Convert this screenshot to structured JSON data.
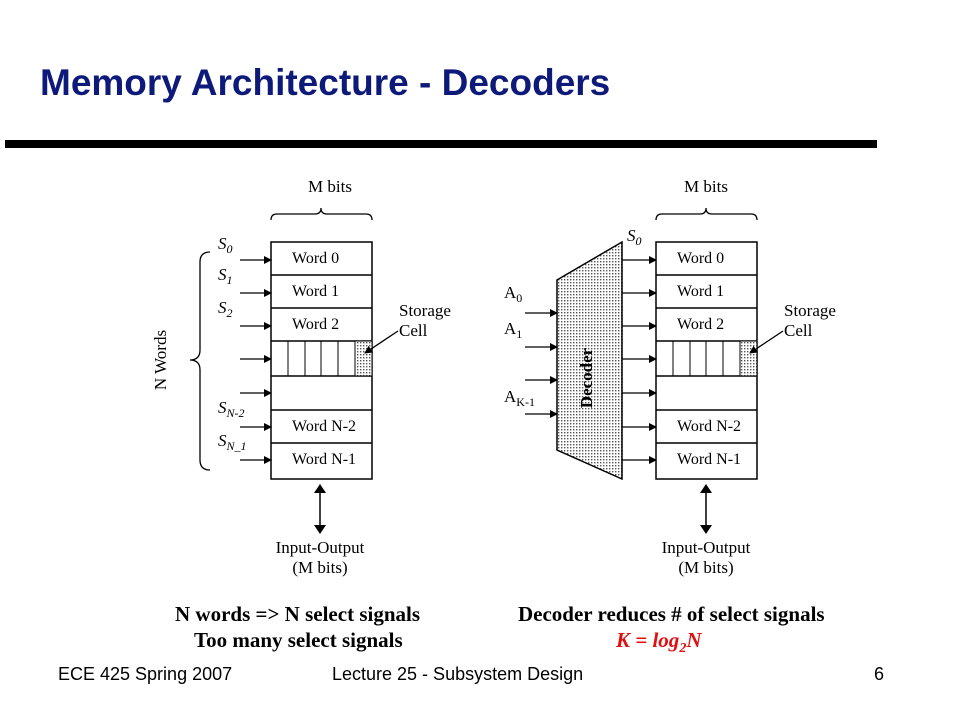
{
  "slide": {
    "title": "Memory Architecture - Decoders"
  },
  "left_diagram": {
    "bits_label": "M bits",
    "words_label": "N Words",
    "select_signals": [
      {
        "base": "S",
        "sub": "0"
      },
      {
        "base": "S",
        "sub": "1"
      },
      {
        "base": "S",
        "sub": "2"
      },
      {
        "base": "S",
        "sub": "N-2"
      },
      {
        "base": "S",
        "sub": "N_1"
      }
    ],
    "words": [
      "Word 0",
      "Word 1",
      "Word 2",
      "Word N-2",
      "Word N-1"
    ],
    "storage_label_line1": "Storage",
    "storage_label_line2": "Cell",
    "io_label_line1": "Input-Output",
    "io_label_line2": "(M bits)",
    "caption_line1": "N words => N select signals",
    "caption_line2": "Too many select signals"
  },
  "right_diagram": {
    "bits_label": "M bits",
    "select_signal": {
      "base": "S",
      "sub": "0"
    },
    "address_inputs": [
      {
        "base": "A",
        "sub": "0"
      },
      {
        "base": "A",
        "sub": "1"
      },
      {
        "base": "A",
        "sub": "K-1"
      }
    ],
    "decoder_label": "Decoder",
    "words": [
      "Word 0",
      "Word 1",
      "Word 2",
      "Word N-2",
      "Word N-1"
    ],
    "storage_label_line1": "Storage",
    "storage_label_line2": "Cell",
    "io_label_line1": "Input-Output",
    "io_label_line2": "(M bits)",
    "caption_line1": "Decoder reduces # of select signals",
    "formula": {
      "lhs": "K = log",
      "base": "2",
      "arg": "N"
    }
  },
  "footer": {
    "course": "ECE 425 Spring 2007",
    "lecture": "Lecture 25 - Subsystem Design",
    "page": "6"
  },
  "colors": {
    "title": "#0d1a7a",
    "formula": "#e01010"
  }
}
